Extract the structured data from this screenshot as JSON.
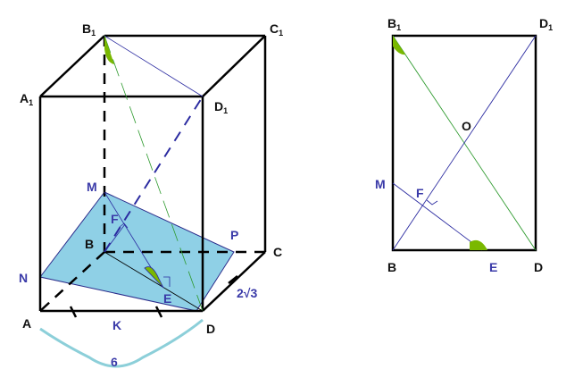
{
  "colors": {
    "edge": "#000000",
    "plane_fill": "#8fd0e6",
    "plane_stroke": "#2a2a8a",
    "green_line": "#2e9a2e",
    "blue_line": "#2a2aa0",
    "brace": "#8ccfd9",
    "angle_mark": "#7ab800"
  },
  "left_figure": {
    "labels": {
      "B1": {
        "main": "B",
        "sub": "1"
      },
      "C1": {
        "main": "C",
        "sub": "1"
      },
      "A1": {
        "main": "A",
        "sub": "1"
      },
      "D1": {
        "main": "D",
        "sub": "1"
      },
      "M": "M",
      "F": "F",
      "B": "B",
      "P": "P",
      "C": "C",
      "N": "N",
      "E": "E",
      "A": "A",
      "K": "K",
      "D": "D",
      "CD_length": "2√3",
      "AD_length": "6"
    }
  },
  "right_figure": {
    "labels": {
      "B1": {
        "main": "B",
        "sub": "1"
      },
      "D1": {
        "main": "D",
        "sub": "1"
      },
      "O": "O",
      "M": "M",
      "F": "F",
      "B": "B",
      "E": "E",
      "D": "D"
    }
  }
}
